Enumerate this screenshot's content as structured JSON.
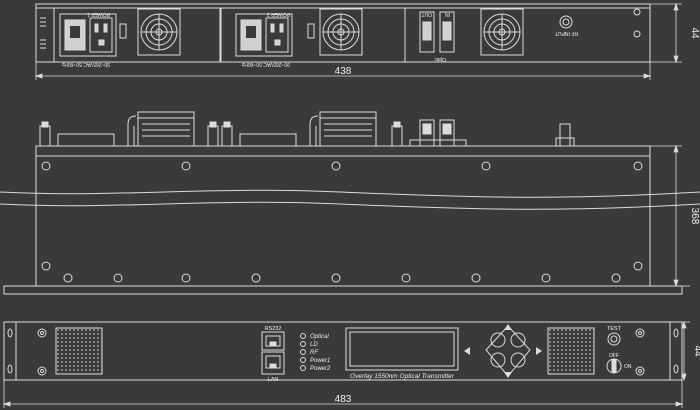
{
  "rear_view": {
    "power_modules": [
      {
        "label": "POWER 1",
        "rating": "90~265VAC 50~60Hz"
      },
      {
        "label": "POWER 2",
        "rating": "90~265VAC 50~60Hz"
      }
    ],
    "optical_ports": {
      "out_label": "OUT",
      "in_label": "IN",
      "caption": "Optic"
    },
    "rf_input_label": "RF INPUT"
  },
  "dimensions": {
    "rear_width": "438",
    "rear_height": "44",
    "depth": "368",
    "front_width": "483",
    "front_height": "44"
  },
  "front_panel": {
    "rs232_label": "RS232",
    "lan_label": "LAN",
    "indicators": [
      "Optical",
      "LD",
      "RF",
      "Power1",
      "Power2"
    ],
    "product_title": "Overlay 1550nm Optical Transmitter",
    "test_label": "TEST",
    "key_off_label": "OFF",
    "key_on_label": "ON"
  }
}
